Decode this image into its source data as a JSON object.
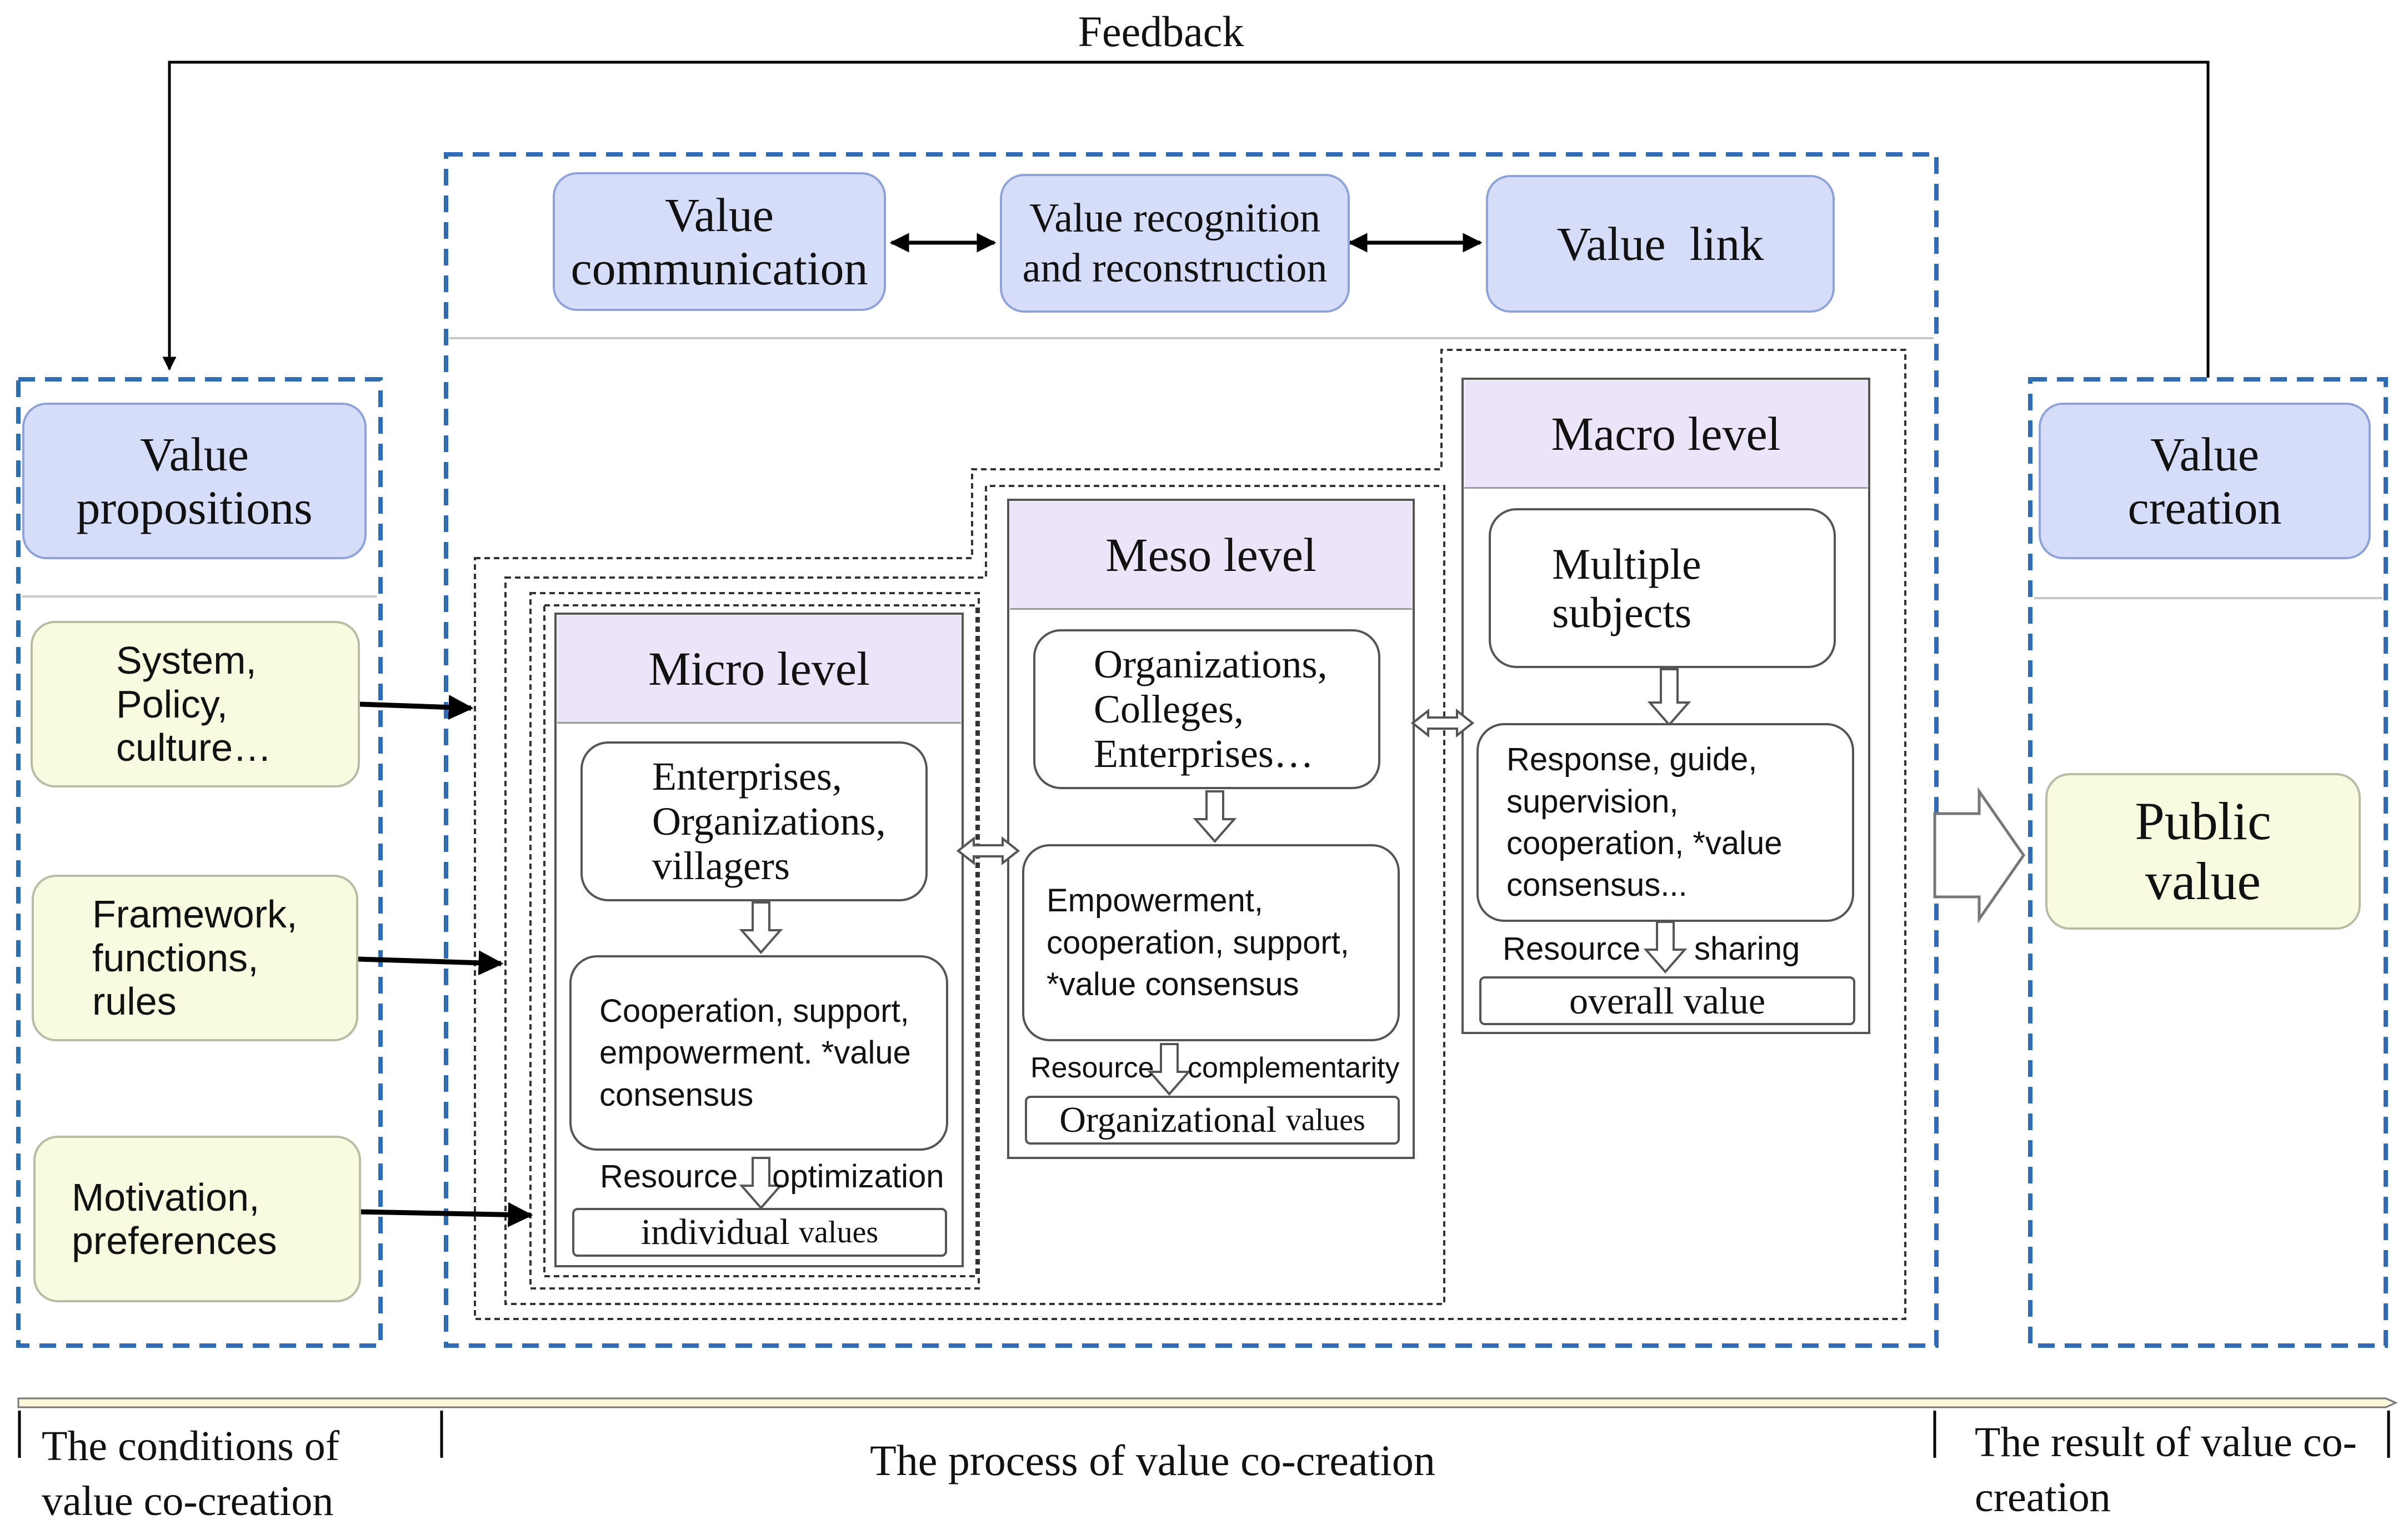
{
  "feedback": "Feedback",
  "top_row": {
    "value_communication": "Value communication",
    "value_recognition": "Value recognition and reconstruction",
    "value_link": "Value  link"
  },
  "left_panel": {
    "title": "Value propositions",
    "conditions": [
      "System, Policy, culture…",
      "Framework, functions, rules",
      "Motivation, preferences"
    ]
  },
  "micro": {
    "title": "Micro level",
    "subjects": "Enterprises, Organizations, villagers",
    "actions": "Cooperation, support, empowerment. *value consensus",
    "resource_left": "Resource",
    "resource_right": "optimization",
    "value_a": "individual",
    "value_b": "values"
  },
  "meso": {
    "title": "Meso level",
    "subjects": "Organizations, Colleges, Enterprises…",
    "actions": "Empowerment, cooperation, support, *value consensus",
    "resource_left": "Resource",
    "resource_right": "complementarity",
    "value_a": "Organizational",
    "value_b": "values"
  },
  "macro": {
    "title": "Macro level",
    "subjects": "Multiple subjects",
    "actions": "Response, guide, supervision, cooperation, *value consensus...",
    "resource_left": "Resource",
    "resource_right": "sharing",
    "value_a": "overall value"
  },
  "right_panel": {
    "title": "Value creation",
    "result": "Public value"
  },
  "timeline": {
    "conditions": "The conditions of value co-creation",
    "process": "The process of value co-creation",
    "result": "The result of value co-creation"
  },
  "colors": {
    "dashed_blue": "#2e6db4",
    "box_blue": "#d6ddf8",
    "box_yellow": "#f8fbe0",
    "header_lavender": "#ece4f8"
  }
}
